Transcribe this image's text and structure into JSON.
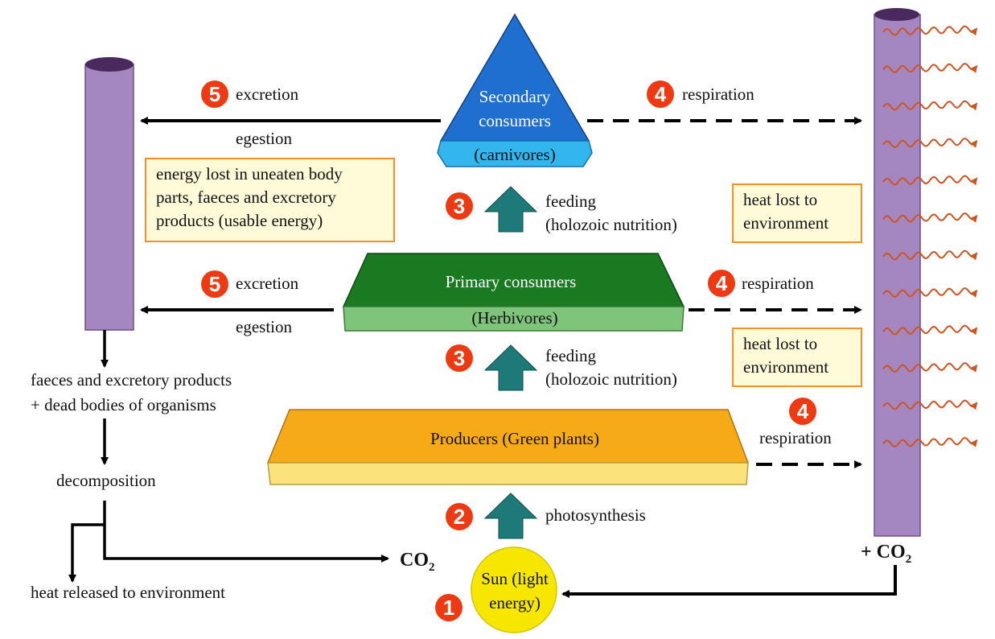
{
  "levels": {
    "secondary_title_line1": "Secondary",
    "secondary_title_line2": "consumers",
    "secondary_sub": "(carnivores)",
    "primary_title": "Primary consumers",
    "primary_sub": "(Herbivores)",
    "producers": "Producers (Green plants)"
  },
  "sun": {
    "line1": "Sun (light",
    "line2": "energy)"
  },
  "steps": {
    "s1": "1",
    "s2": "2",
    "s3": "3",
    "s4": "4",
    "s5": "5"
  },
  "labels": {
    "excretion": "excretion",
    "egestion": "egestion",
    "respiration": "respiration",
    "feeding": "feeding",
    "holozoic": "(holozoic nutrition)",
    "photosynthesis": "photosynthesis",
    "faeces_line1": "faeces and excretory products",
    "faeces_line2": "+ dead bodies of organisms",
    "decomposition": "decomposition",
    "heat_released": "heat released to environment",
    "co2_left": "CO",
    "co2_right": "+ CO",
    "co2_sub": "2"
  },
  "boxes": {
    "energy_lost": [
      "energy lost in uneaten body",
      "parts, faeces and excretory",
      "products (usable energy)"
    ],
    "heat_lost": [
      "heat lost to",
      "environment"
    ]
  },
  "colors": {
    "secondary": "#1f6fd0",
    "secondary_base": "#33b6ee",
    "primary": "#1a7a22",
    "primary_base": "#7ec47a",
    "producers": "#f6aa18",
    "producers_base": "#fbe27a",
    "column": "#a487c0",
    "sun": "#f6e600",
    "arrow_up": "#1d7a78",
    "badge": "#ee3a12",
    "heat_wave": "#cc5522"
  }
}
